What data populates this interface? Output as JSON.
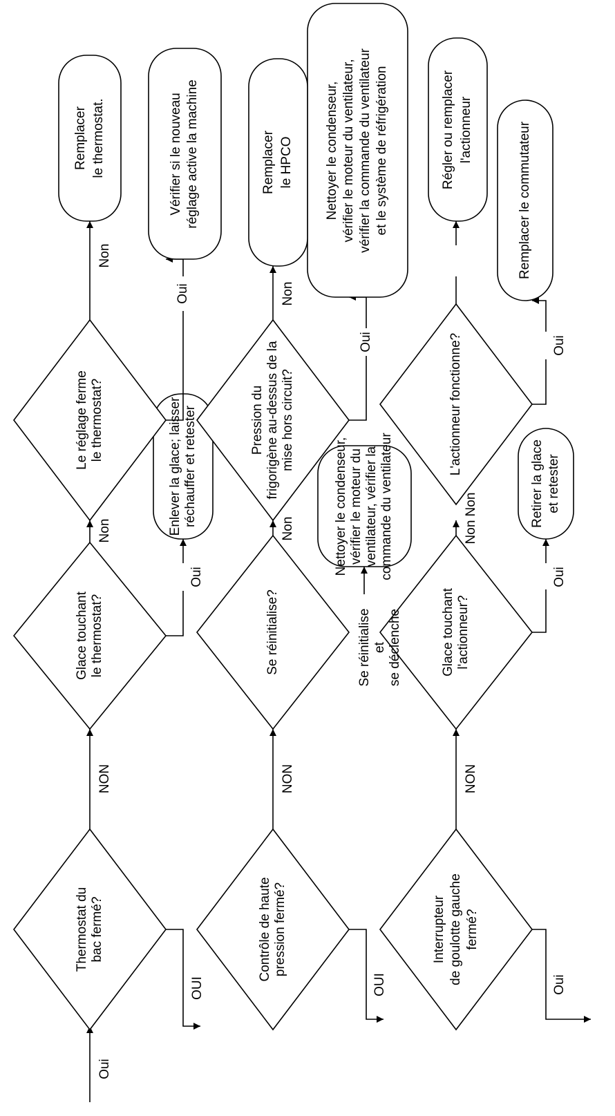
{
  "row1": {
    "in_label": "Oui",
    "d1": [
      "Thermostat du",
      "bac fermé?"
    ],
    "d1_yes": "OUI",
    "d1_no": "NON",
    "d2": [
      "Glace touchant",
      "le thermostat?"
    ],
    "d2_yes": "Oui",
    "d2_no": "Non",
    "d2_yes_box": [
      "Enlever la glace; laisser",
      "réchauffer et retester"
    ],
    "d3": [
      "Le réglage ferme",
      "le thermostat?"
    ],
    "d3_yes": "Oui",
    "d3_no": "Non",
    "d3_yes_box": [
      "Vérifier si le nouveau",
      "réglage active la machine"
    ],
    "d3_no_box": [
      "Remplacer",
      "le thermostat."
    ]
  },
  "row2": {
    "d1": [
      "Contrôle de haute",
      "pression fermé?"
    ],
    "d1_yes": "OUI",
    "d1_no": "NON",
    "d2": [
      "Se réinitialise?"
    ],
    "d2_trip": [
      "Se réinitialise",
      "et",
      "se déclenche"
    ],
    "d2_no": "Non",
    "d2_trip_box": [
      "Nettoyer le condenseur,",
      "vérifier le moteur du",
      "ventilateur, vérifier la",
      "commande du ventilateur"
    ],
    "d3": [
      "Pression du",
      "frigorigène au-dessus de la",
      "mise hors circuit?"
    ],
    "d3_yes": "Oui",
    "d3_no": "Non",
    "d3_yes_box": [
      "Nettoyer le condenseur,",
      "vérifier le moteur du ventilateur,",
      "vérifier la commande du ventilateur",
      "et le système de réfrigération"
    ],
    "d3_no_box": [
      "Remplacer",
      "le HPCO"
    ]
  },
  "row3": {
    "d1": [
      "Interrupteur",
      "de goulotte gauche",
      "fermé?"
    ],
    "d1_yes": "Oui",
    "d1_no": "NON",
    "d2": [
      "Glace touchant",
      "l'actionneur?"
    ],
    "d2_yes": "Oui",
    "d2_no": "Non",
    "d2_yes_box": [
      "Retirer la glace",
      "et retester"
    ],
    "d3": [
      "L'actionneur fonctionne?"
    ],
    "d3_in_label": "Non",
    "d3_yes": "Oui",
    "d3_yes_box": [
      "Remplacer le commutateur"
    ],
    "d3_no_box": [
      "Régler ou remplacer",
      "l'actionneur"
    ]
  }
}
